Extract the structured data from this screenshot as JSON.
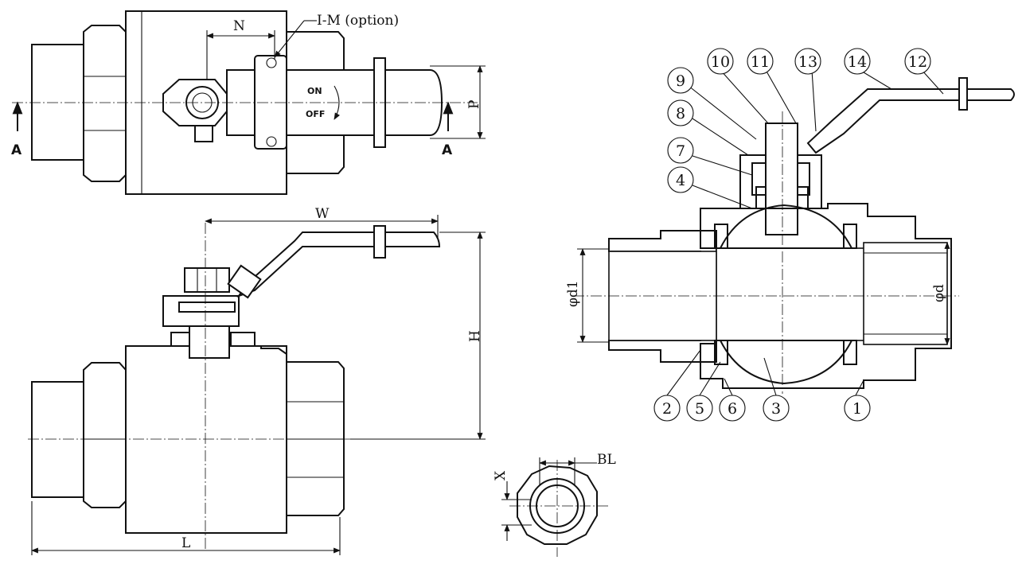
{
  "dimensions": {
    "n": "N",
    "im_option": "I-M (option)",
    "p": "P",
    "section_left": "A",
    "section_right": "A",
    "w": "W",
    "h": "H",
    "l": "L",
    "x": "X",
    "bl": "BL",
    "phi_d1": "φd1",
    "phi_d": "φd"
  },
  "handle_marks": {
    "on": "ON",
    "off": "OFF"
  },
  "parts": [
    "1",
    "2",
    "3",
    "4",
    "5",
    "6",
    "7",
    "8",
    "9",
    "10",
    "11",
    "12",
    "13",
    "14"
  ]
}
